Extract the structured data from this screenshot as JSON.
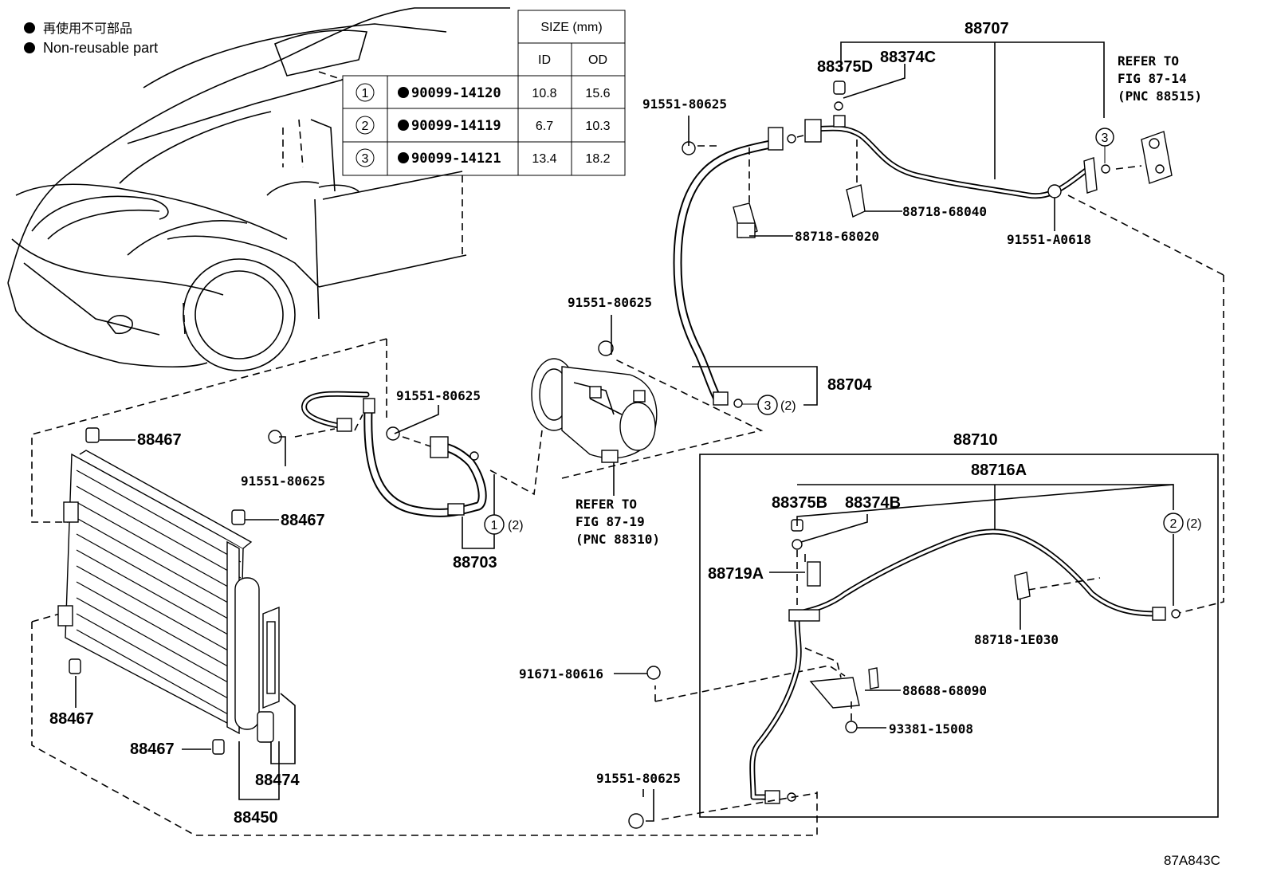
{
  "legend": {
    "line1": "再使用不可部品",
    "line2": "Non-reusable part"
  },
  "size_table": {
    "header_size": "SIZE (mm)",
    "header_id": "ID",
    "header_od": "OD",
    "rows": [
      {
        "num": "1",
        "part": "90099-14120",
        "id": "10.8",
        "od": "15.6"
      },
      {
        "num": "2",
        "part": "90099-14119",
        "id": "6.7",
        "od": "10.3"
      },
      {
        "num": "3",
        "part": "90099-14121",
        "id": "13.4",
        "od": "18.2"
      }
    ]
  },
  "labels": {
    "p88707": "88707",
    "p88375D": "88375D",
    "p88374C": "88374C",
    "p91551_80625_a": "91551-80625",
    "p91551_80625_b": "91551-80625",
    "p91551_80625_c": "91551-80625",
    "p91551_80625_d": "91551-80625",
    "p91551_80625_e": "91551-80625",
    "p88718_68040": "88718-68040",
    "p88718_68020": "88718-68020",
    "p91551_A0618": "91551-A0618",
    "p88704": "88704",
    "p88467_a": "88467",
    "p88467_b": "88467",
    "p88467_c": "88467",
    "p88467_d": "88467",
    "p88703": "88703",
    "p88474": "88474",
    "p88450": "88450",
    "p88710": "88710",
    "p88716A": "88716A",
    "p88375B": "88375B",
    "p88374B": "88374B",
    "p88719A": "88719A",
    "p88718_1E030": "88718-1E030",
    "p91671_80616": "91671-80616",
    "p88688_68090": "88688-68090",
    "p93381_15008": "93381-15008",
    "circ1_qty": "(2)",
    "circ2_qty": "(2)",
    "circ3_qty": "(2)",
    "circ1": "1",
    "circ2": "2",
    "circ3a": "3",
    "circ3b": "3",
    "figure_code": "87A843C"
  },
  "refs": {
    "ref1_l1": "REFER TO",
    "ref1_l2": "FIG 87-14",
    "ref1_l3": "(PNC 88515)",
    "ref2_l1": "REFER TO",
    "ref2_l2": "FIG 87-19",
    "ref2_l3": "(PNC 88310)"
  }
}
